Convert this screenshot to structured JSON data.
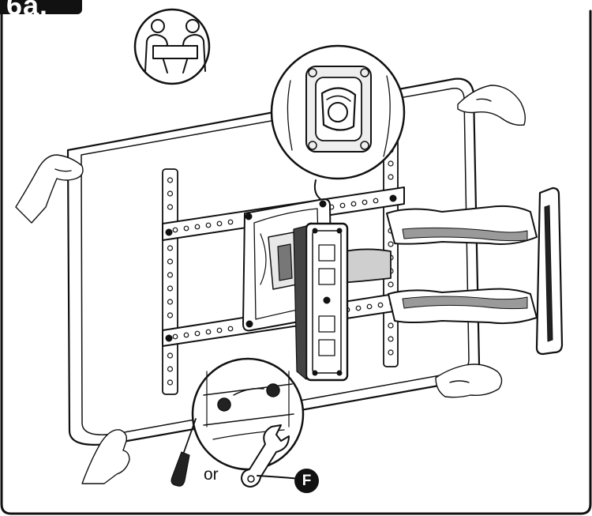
{
  "step": {
    "label": "6a."
  },
  "text": {
    "or": "or"
  },
  "part": {
    "label": "F"
  },
  "icons": [
    "two-person-lift-icon",
    "screwdriver-icon",
    "wrench-icon"
  ]
}
